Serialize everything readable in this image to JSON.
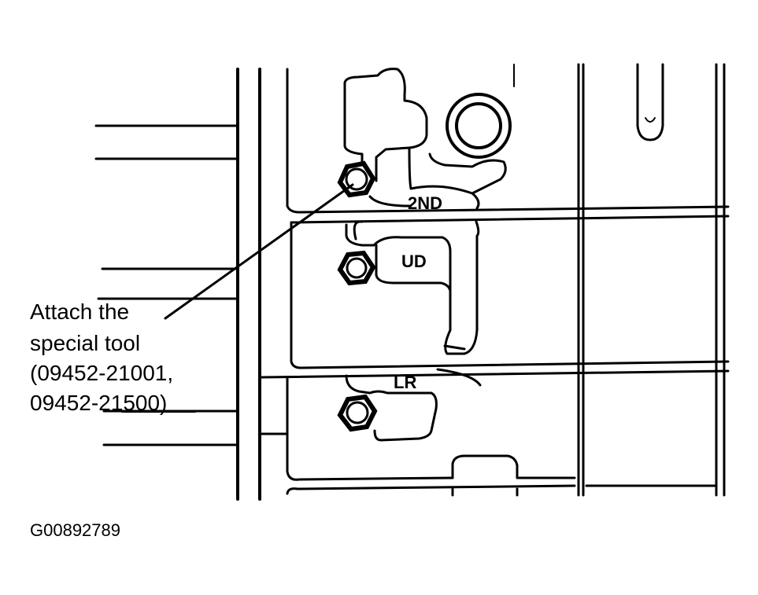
{
  "callout": {
    "lines": [
      "Attach the",
      "special tool",
      "(09452-21001,",
      "09452-21500)"
    ]
  },
  "parts": {
    "label_2nd": "2ND",
    "label_ud": "UD",
    "label_lr": "LR"
  },
  "figure_id": "G00892789"
}
